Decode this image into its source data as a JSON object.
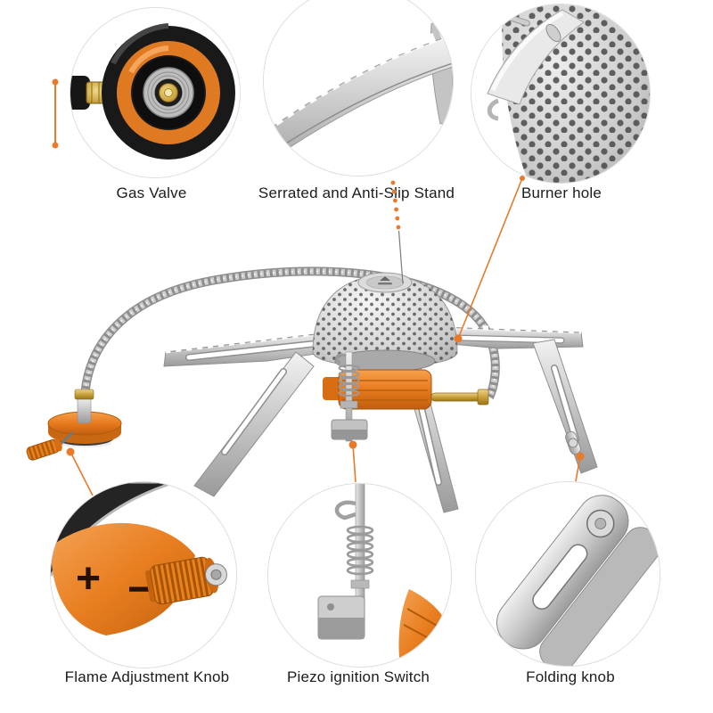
{
  "page": {
    "background_color": "#ffffff",
    "accent_color": "#e87a2a"
  },
  "callouts": [
    {
      "id": "gas-valve",
      "label": "Gas Valve"
    },
    {
      "id": "serrated-stand",
      "label": "Serrated and Anti-Slip Stand"
    },
    {
      "id": "burner-hole",
      "label": "Burner hole"
    },
    {
      "id": "flame-adjustment-knob",
      "label": "Flame Adjustment Knob",
      "markings": [
        "+",
        "−"
      ]
    },
    {
      "id": "piezo-ignition-switch",
      "label": "Piezo ignition Switch"
    },
    {
      "id": "folding-knob",
      "label": "Folding knob"
    }
  ]
}
